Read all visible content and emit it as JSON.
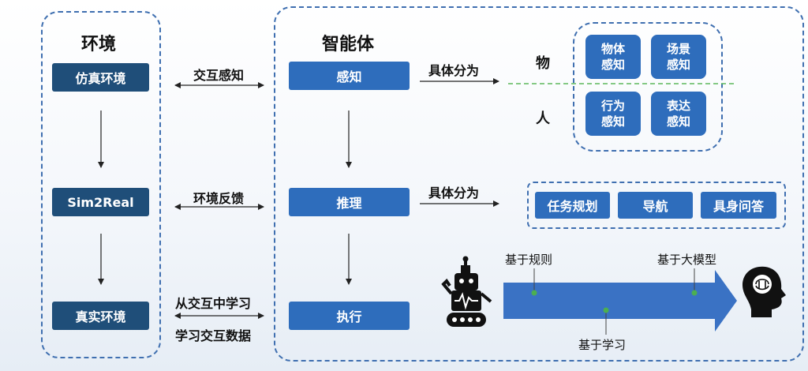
{
  "environment": {
    "title": "环境",
    "boxes": [
      "仿真环境",
      "Sim2Real",
      "真实环境"
    ]
  },
  "interactions": {
    "top": "交互感知",
    "middle": "环境反馈",
    "bottom_1": "从交互中学习",
    "bottom_2": "学习交互数据"
  },
  "agent": {
    "title": "智能体",
    "boxes": [
      "感知",
      "推理",
      "执行"
    ],
    "split_label_1": "具体分为",
    "split_label_2": "具体分为"
  },
  "perception": {
    "row_object": "物",
    "row_person": "人",
    "tiles": [
      [
        "物体",
        "感知"
      ],
      [
        "场景",
        "感知"
      ],
      [
        "行为",
        "感知"
      ],
      [
        "表达",
        "感知"
      ]
    ]
  },
  "reasoning": {
    "items": [
      "任务规划",
      "导航",
      "具身问答"
    ]
  },
  "execution": {
    "timeline": [
      "基于规则",
      "基于学习",
      "基于大模型"
    ]
  },
  "icons": [
    "robot-icon",
    "brain-head-icon"
  ],
  "colors": {
    "dark_box": "#1f4e79",
    "blue_box": "#2e6dbc",
    "dash": "#3f6fb0",
    "arrow_band": "#3a72c4",
    "green_dot": "#4caf50"
  }
}
